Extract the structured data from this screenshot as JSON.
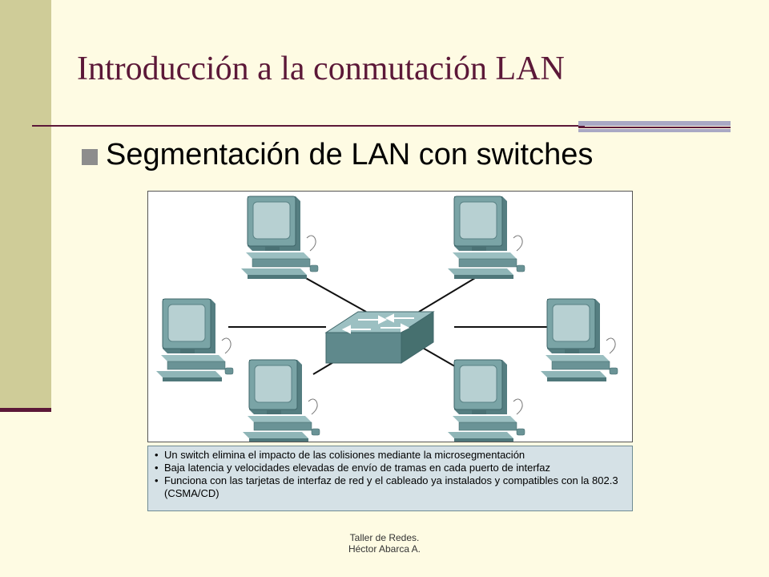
{
  "slide": {
    "title": "Introducción a la conmutación LAN",
    "bullet": "Segmentación de LAN con switches"
  },
  "diagram": {
    "notes": [
      "Un switch elimina el impacto de las colisiones mediante la microsegmentación",
      "Baja latencia y velocidades elevadas de envío de tramas en cada puerto de interfaz",
      "Funciona con las tarjetas de interfaz de red y el cableado ya instalados y compatibles con la 802.3 (CSMA/CD)"
    ],
    "devices": [
      {
        "type": "switch-icon",
        "role": "center"
      },
      {
        "type": "computer-icon",
        "role": "top-left"
      },
      {
        "type": "computer-icon",
        "role": "top-right"
      },
      {
        "type": "computer-icon",
        "role": "left"
      },
      {
        "type": "computer-icon",
        "role": "right"
      },
      {
        "type": "computer-icon",
        "role": "bottom-left"
      },
      {
        "type": "computer-icon",
        "role": "bottom-right"
      }
    ]
  },
  "footer": {
    "line1": "Taller  de Redes.",
    "line2": "Héctor Abarca A."
  },
  "colors": {
    "background": "#fefbe3",
    "sidebar": "#cfcc98",
    "title": "#5c1838",
    "accent_gray": "#a9a8c4",
    "notes_background": "#d5e1e6",
    "device_teal": "#7aa4a6"
  }
}
